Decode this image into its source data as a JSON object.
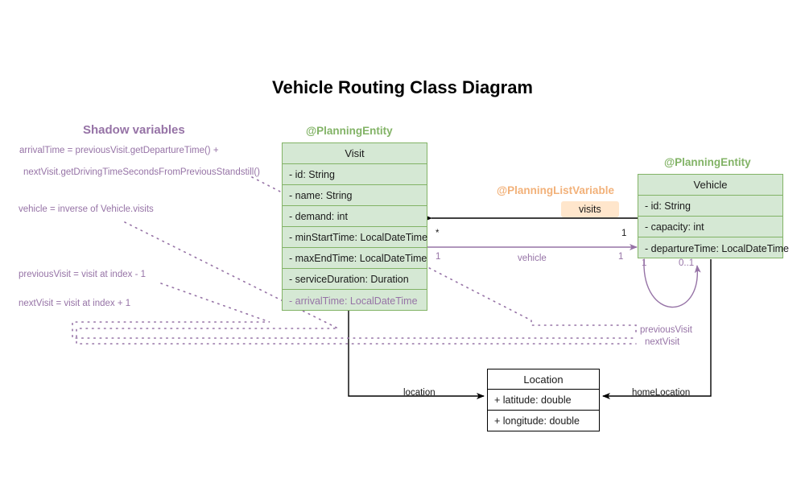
{
  "title": "Vehicle Routing Class Diagram",
  "shadow_section": {
    "heading": "Shadow variables",
    "lines": [
      "arrivalTime = previousVisit.getDepartureTime() +",
      "nextVisit.getDrivingTimeSecondsFromPreviousStandstill()",
      "vehicle = inverse of Vehicle.visits",
      "previousVisit = visit at index - 1",
      "nextVisit = visit at index + 1"
    ]
  },
  "classes": {
    "visit": {
      "stereotype": "@PlanningEntity",
      "name": "Visit",
      "attributes": [
        {
          "text": "- id: String",
          "shadow": false
        },
        {
          "text": "- name: String",
          "shadow": false
        },
        {
          "text": "- demand: int",
          "shadow": false
        },
        {
          "text": "- minStartTime: LocalDateTime",
          "shadow": false
        },
        {
          "text": "- maxEndTime: LocalDateTime",
          "shadow": false
        },
        {
          "text": "- serviceDuration: Duration",
          "shadow": false
        },
        {
          "text": "- arrivalTime: LocalDateTime",
          "shadow": true
        }
      ]
    },
    "vehicle": {
      "stereotype": "@PlanningEntity",
      "name": "Vehicle",
      "attributes": [
        {
          "text": "- id: String",
          "shadow": false
        },
        {
          "text": "- capacity: int",
          "shadow": false
        },
        {
          "text": "- departureTime: LocalDateTime",
          "shadow": false
        }
      ]
    },
    "location": {
      "name": "Location",
      "attributes": [
        {
          "text": "+ latitude: double",
          "shadow": false
        },
        {
          "text": "+ longitude: double",
          "shadow": false
        }
      ]
    }
  },
  "relations": {
    "list_variable_stereotype": "@PlanningListVariable",
    "visits_label": "visits",
    "visits_mult_source": "*",
    "visits_mult_target": "1",
    "vehicle_label": "vehicle",
    "vehicle_mult_source": "1",
    "vehicle_mult_target": "1",
    "self_mult_left": "1",
    "self_mult_right": "0..1",
    "previous_visit_label": "previousVisit",
    "next_visit_label": "nextVisit",
    "location_label": "location",
    "home_location_label": "homeLocation"
  },
  "colors": {
    "entity_fill": "#d5e8d4",
    "entity_stroke": "#82b366",
    "shadow_purple": "#9673a6",
    "list_variable_orange": "#f2b179",
    "badge_fill": "#ffe6cc",
    "plain_stroke": "#000000"
  }
}
